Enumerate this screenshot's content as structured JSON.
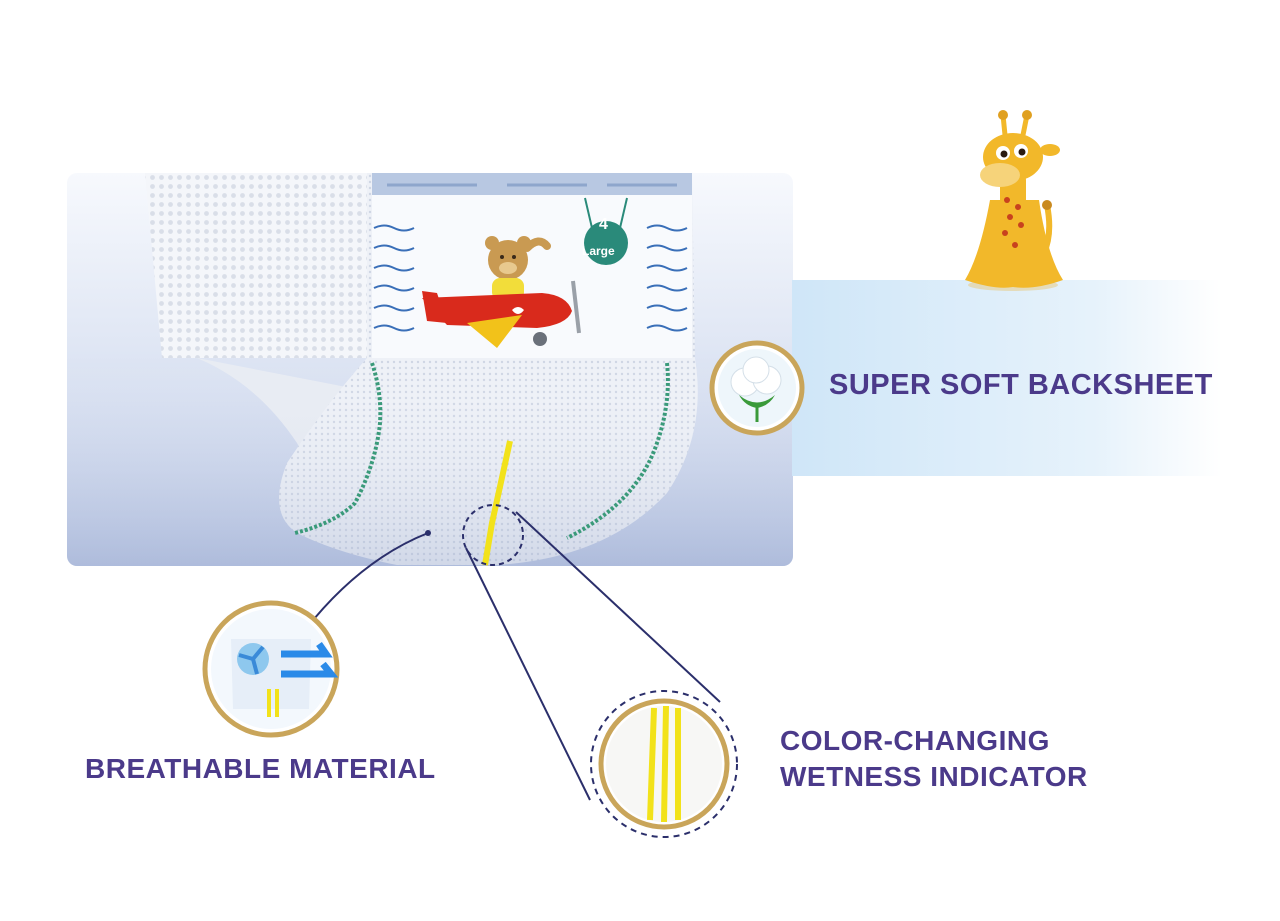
{
  "product_photo": {
    "size_number": "4",
    "size_label": "Large"
  },
  "features": {
    "backsheet": "SUPER SOFT BACKSHEET",
    "breathable": "BREATHABLE MATERIAL",
    "wetness_line1": "COLOR-CHANGING",
    "wetness_line2": "WETNESS INDICATOR"
  },
  "icons": {
    "cotton": "cotton-flower-icon",
    "breathable": "airflow-diaper-icon",
    "wetness": "yellow-stripes-icon",
    "mascot": "giraffe-mascot-icon"
  },
  "colors": {
    "label_text": "#4b3a8a",
    "badge_ring": "#c9a55a",
    "callout_line": "#2b2f6b",
    "indicator_yellow": "#f2e21a"
  }
}
